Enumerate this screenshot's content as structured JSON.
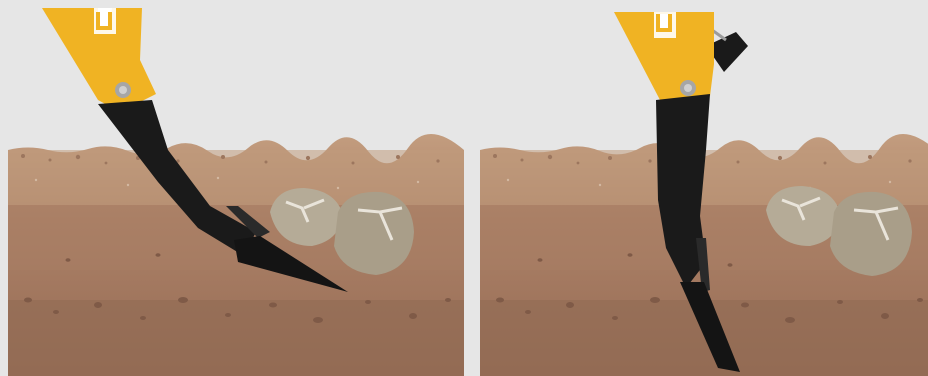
{
  "scene": {
    "background_color": "#e6e6e6",
    "soil_top_color": "#c09a7c",
    "soil_mid_color": "#a37b62",
    "soil_deep_color": "#946b55",
    "frame_color": "#f0b323",
    "shank_color": "#1a1a1a",
    "rock_color": "#b8ae9b"
  },
  "panels": [
    {
      "id": "left",
      "state": "working position",
      "icons": [
        "yellow-frame-icon",
        "bolt-icon",
        "black-shank-icon",
        "tine-point-icon",
        "rocks-icon"
      ]
    },
    {
      "id": "right",
      "state": "tripped position",
      "icons": [
        "yellow-frame-icon",
        "bolt-icon",
        "spring-trip-icon",
        "black-shank-icon",
        "tine-point-icon",
        "rocks-icon"
      ]
    }
  ]
}
